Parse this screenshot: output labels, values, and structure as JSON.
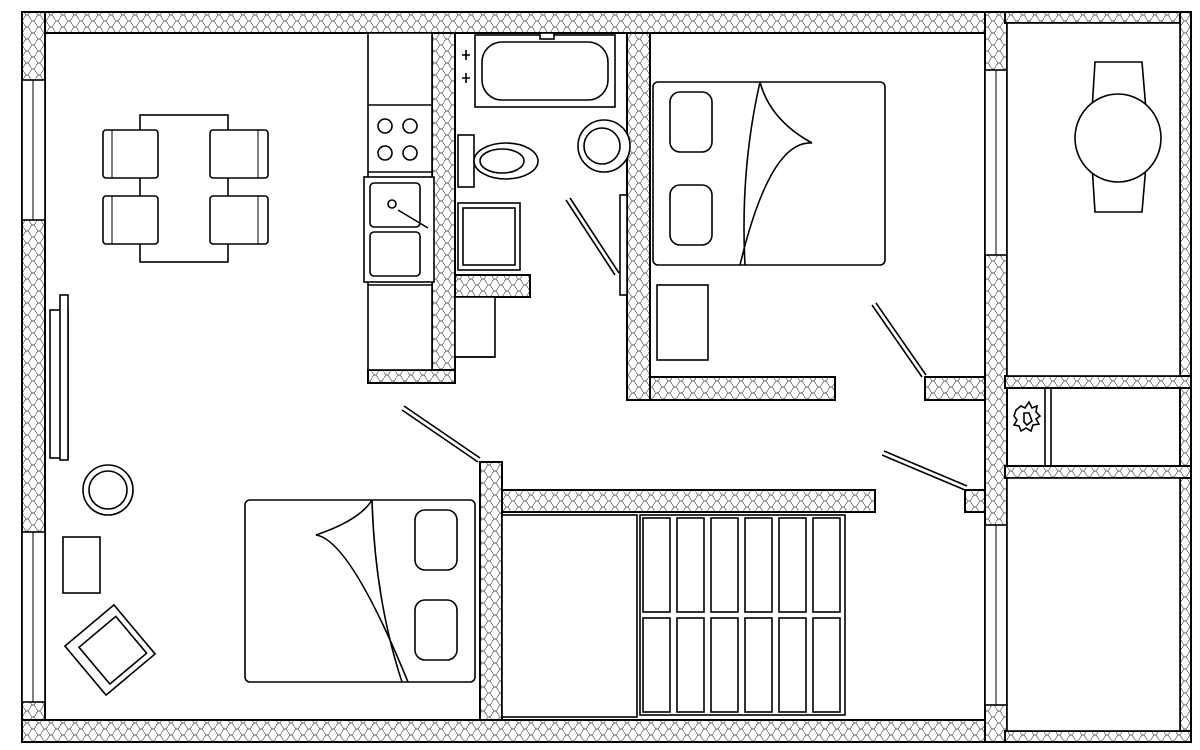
{
  "diagram": {
    "type": "floor-plan",
    "rooms": [
      "living-dining",
      "kitchen",
      "bathroom",
      "bedroom-1",
      "bedroom-2",
      "closet",
      "hallway",
      "balcony-upper",
      "balcony-lower",
      "utility"
    ],
    "colors": {
      "line": "#000000",
      "background": "#ffffff"
    }
  }
}
